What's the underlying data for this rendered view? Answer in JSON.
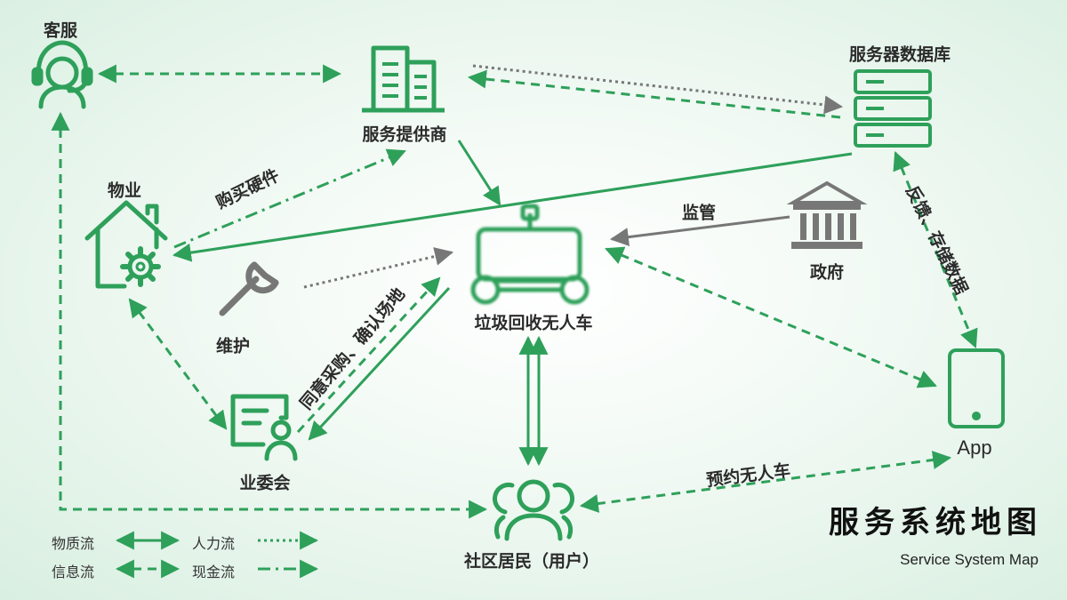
{
  "colors": {
    "green": "#2ea05a",
    "gray": "#777777",
    "gray_dark": "#666666"
  },
  "nodes": {
    "customer_service": "客服",
    "service_provider": "服务提供商",
    "server_db": "服务器数据库",
    "property": "物业",
    "maintenance": "维护",
    "garbage_vehicle": "垃圾回收无人车",
    "government": "政府",
    "owners_committee": "业委会",
    "app": "App",
    "residents": "社区居民（用户）"
  },
  "edge_labels": {
    "buy_hardware": "购买硬件",
    "supervise": "监管",
    "feedback_storage": "反馈、存储数据",
    "agree_purchase": "同意采购、确认场地",
    "reserve_vehicle": "预约无人车"
  },
  "legend": {
    "material_flow": "物质流",
    "human_flow": "人力流",
    "info_flow": "信息流",
    "cash_flow": "现金流"
  },
  "title": "服务系统地图",
  "subtitle": "Service System Map",
  "icons": [
    "headset-agent-icon",
    "office-building-icon",
    "server-rack-icon",
    "house-gear-icon",
    "wrench-icon",
    "robot-vehicle-icon",
    "government-building-icon",
    "id-card-icon",
    "mobile-phone-icon",
    "user-group-icon"
  ]
}
